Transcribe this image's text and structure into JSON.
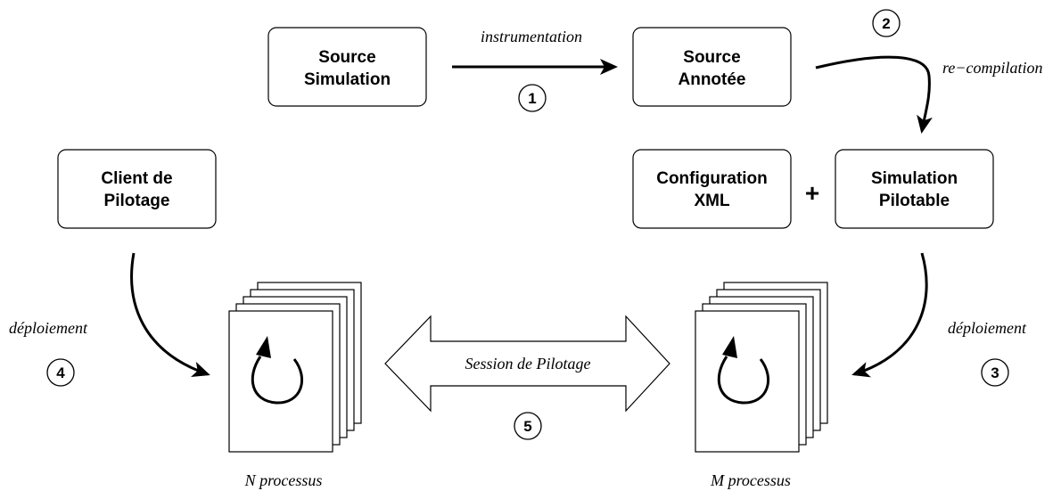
{
  "boxes": {
    "source_simulation": [
      "Source",
      "Simulation"
    ],
    "source_annotee": [
      "Source",
      "Annotée"
    ],
    "client_pilotage": [
      "Client de",
      "Pilotage"
    ],
    "configuration_xml": [
      "Configuration",
      "XML"
    ],
    "simulation_pilotable": [
      "Simulation",
      "Pilotable"
    ]
  },
  "labels": {
    "instrumentation": "instrumentation",
    "recompilation": "re−compilation",
    "deploiement_left": "déploiement",
    "deploiement_right": "déploiement",
    "session": "Session de Pilotage",
    "n_processus": "N processus",
    "m_processus": "M processus",
    "plus": "+"
  },
  "steps": [
    "1",
    "2",
    "3",
    "4",
    "5"
  ]
}
